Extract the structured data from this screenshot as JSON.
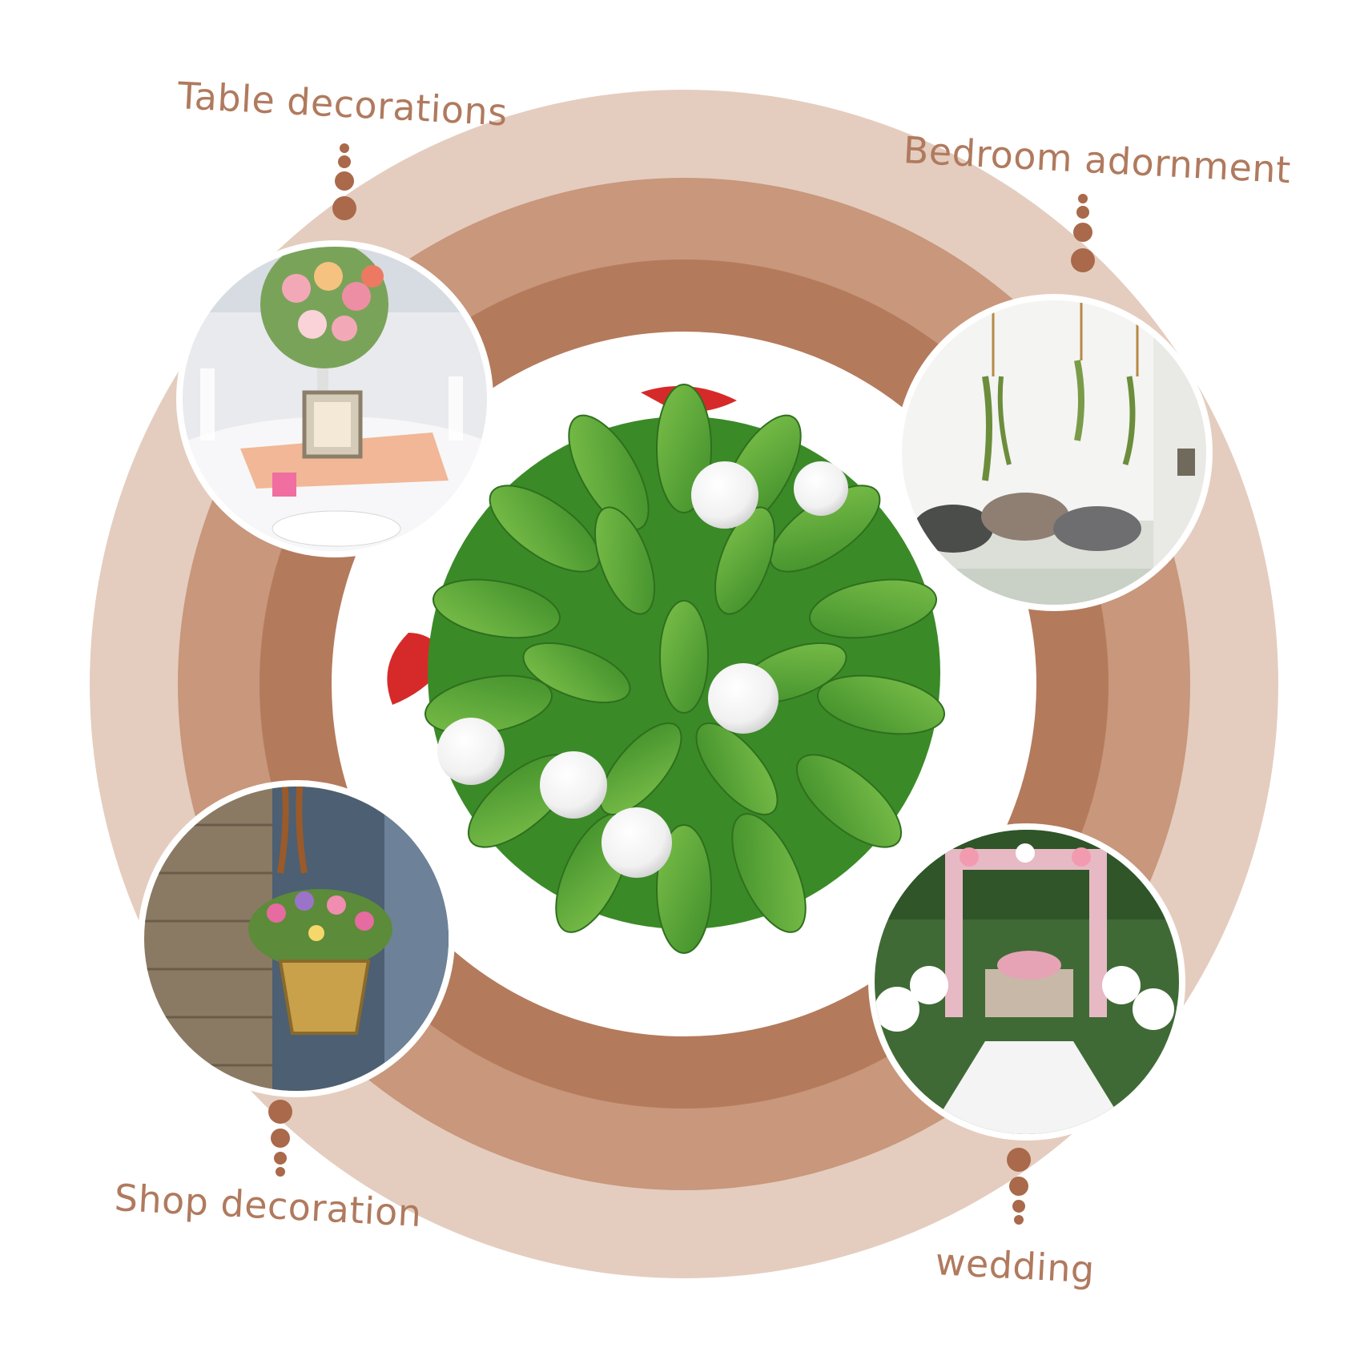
{
  "center_product": {
    "icon": "mistletoe-ball-icon"
  },
  "uses": [
    {
      "label": "Table decorations",
      "icon": "table-centerpiece-photo"
    },
    {
      "label": "Bedroom adornment",
      "icon": "bedroom-hanging-plants-photo"
    },
    {
      "label": "Shop decoration",
      "icon": "hanging-flower-basket-photo"
    },
    {
      "label": "wedding",
      "icon": "wedding-arch-photo"
    }
  ],
  "colors": {
    "ring_light": "#e4cdbf",
    "ring_mid": "#c8977c",
    "ring_dark": "#b47a5c",
    "caption": "#b07a5e",
    "dots": "#a9694a"
  }
}
